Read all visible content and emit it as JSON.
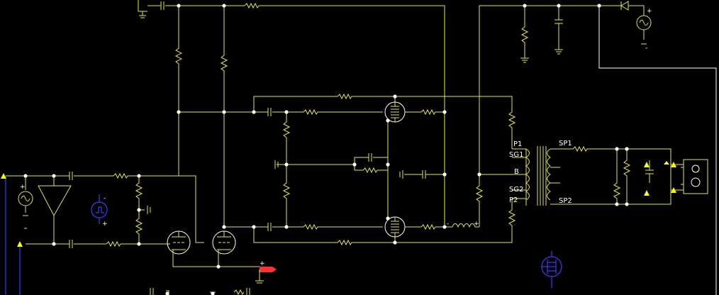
{
  "colors": {
    "background": "#000000",
    "wire": "#e8e830",
    "node": "#ffffff",
    "source": "#3a3aff",
    "probe": "#ff3030",
    "terminal": "#ffff00"
  },
  "labels": {
    "P1": "P1",
    "SG1": "SG1",
    "B": "B",
    "SG2": "SG2",
    "P2": "P2",
    "SP1": "SP1",
    "SP2": "SP2"
  },
  "polarity": {
    "plus": "+",
    "minus": "-"
  },
  "icons": [
    "resistor",
    "capacitor",
    "diode",
    "ac-source",
    "pulse-source",
    "vacuum-triode",
    "pentode",
    "transformer",
    "inductor",
    "ground",
    "speaker",
    "op-amp",
    "probe"
  ]
}
